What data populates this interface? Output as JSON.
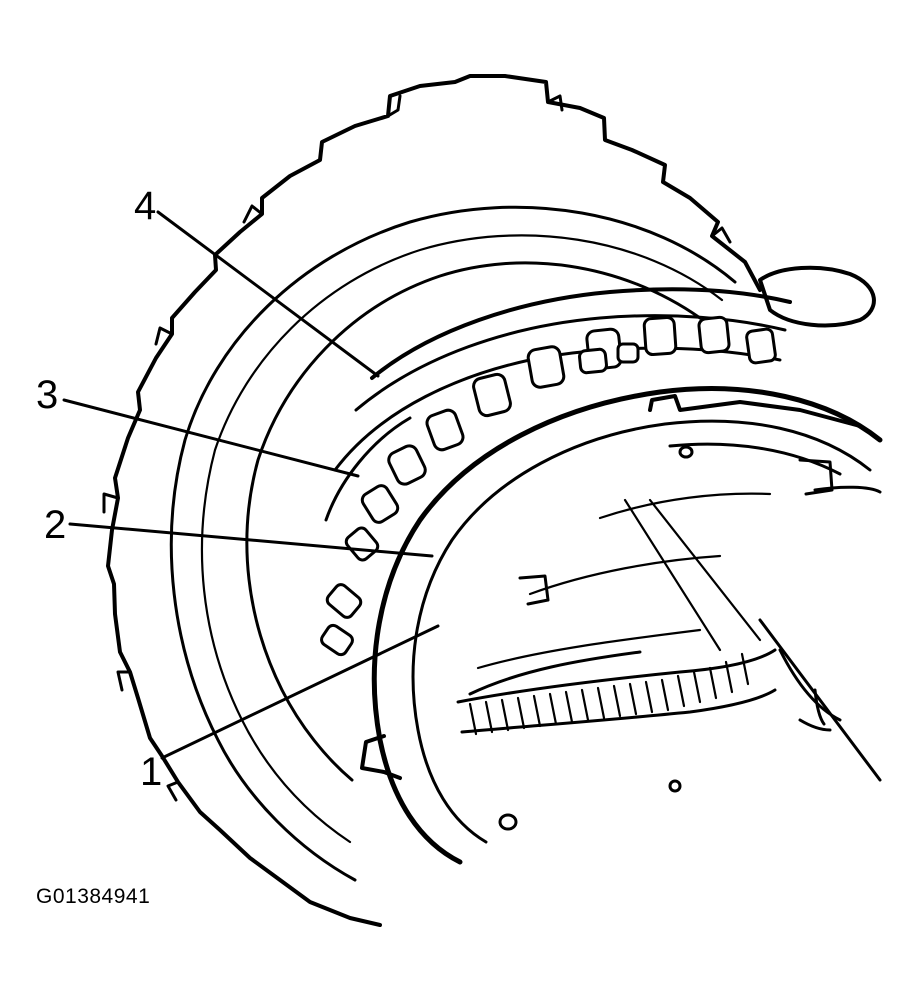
{
  "figure_id": "G01384941",
  "callouts": [
    {
      "number": "1"
    },
    {
      "number": "2"
    },
    {
      "number": "3"
    },
    {
      "number": "4"
    }
  ]
}
